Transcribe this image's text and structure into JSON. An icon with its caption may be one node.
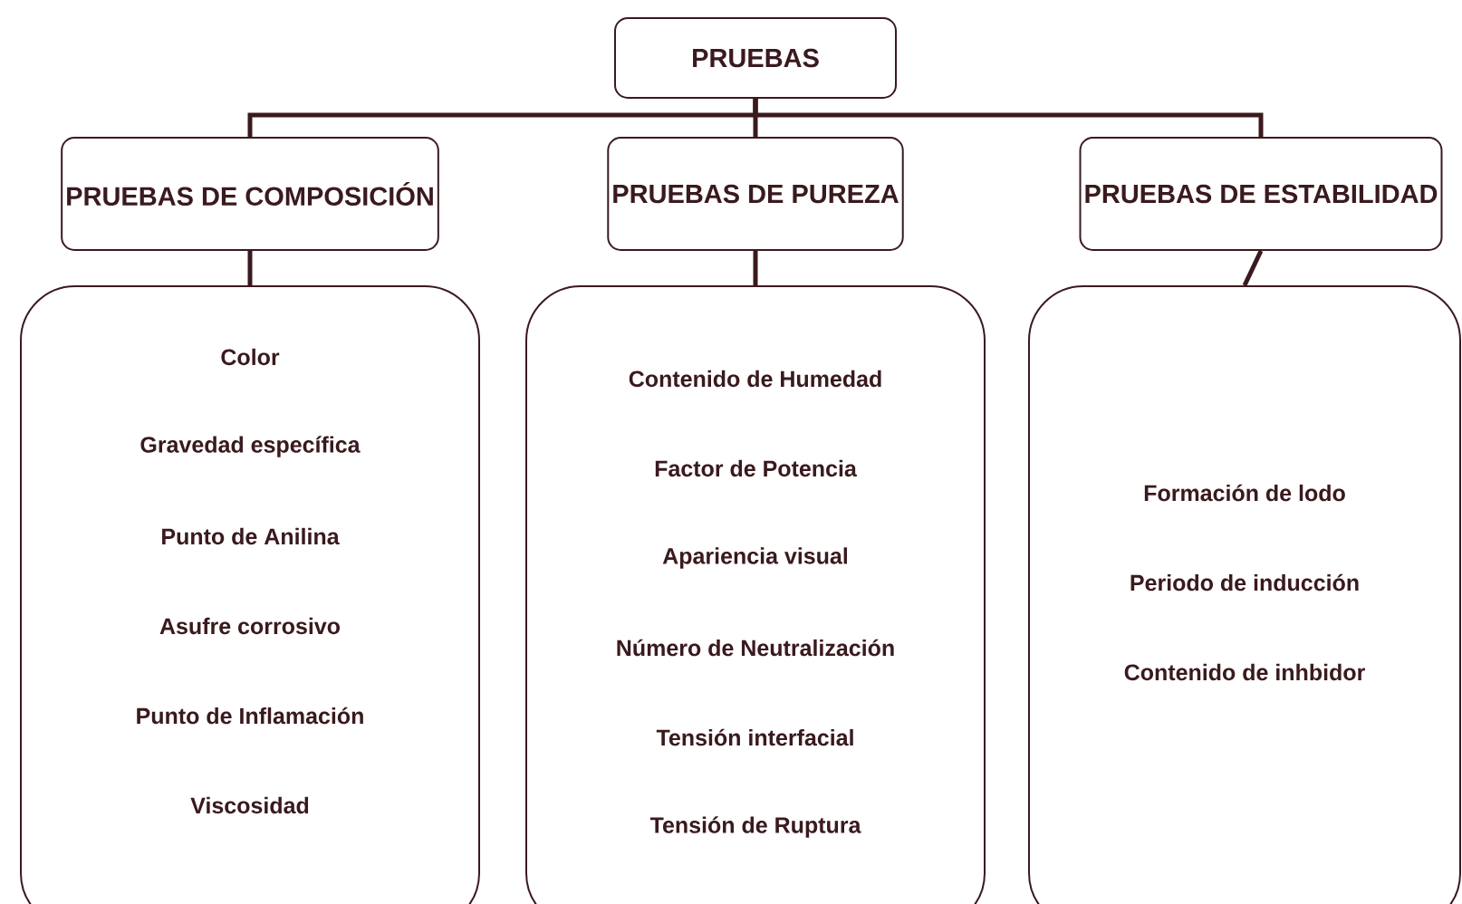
{
  "diagram": {
    "nodes": [
      {
        "text": [
          "PRUEBAS"
        ]
      },
      {
        "text": [
          "PRUEBAS DE COMPOSICIÓN"
        ]
      },
      {
        "text": [
          "PRUEBAS DE PUREZA"
        ]
      },
      {
        "text": [
          "PRUEBAS DE ESTABILIDAD"
        ]
      },
      {
        "text": [
          "Color",
          "Gravedad específica",
          "Punto de Anilina",
          "Asufre corrosivo",
          "Punto de Inflamación",
          "Viscosidad"
        ]
      },
      {
        "text": [
          "Contenido de Humedad",
          "Factor de Potencia",
          "Apariencia visual",
          "Número de Neutralización",
          "Tensión interfacial",
          "Tensión de Ruptura"
        ]
      },
      {
        "text": [
          "Formación de lodo",
          "Periodo de inducción",
          "Contenido de inhbidor"
        ]
      }
    ],
    "edges": [
      {
        "from": 0,
        "to": 1,
        "arrow": "none"
      },
      {
        "from": 0,
        "to": 2,
        "arrow": "none"
      },
      {
        "from": 0,
        "to": 3,
        "arrow": "none"
      },
      {
        "from": 1,
        "to": 4,
        "arrow": "none"
      },
      {
        "from": 2,
        "to": 5,
        "arrow": "none"
      },
      {
        "from": 3,
        "to": 6,
        "arrow": "none"
      }
    ]
  }
}
